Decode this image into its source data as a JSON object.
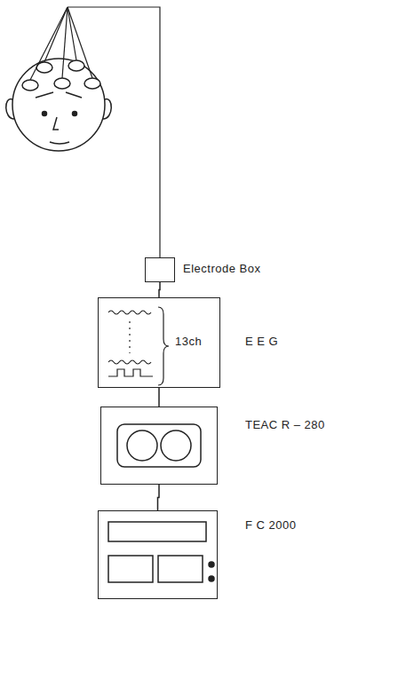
{
  "diagram": {
    "nodes": [
      {
        "text": [
          "Electrode Box"
        ]
      },
      {
        "text": [
          "13ch",
          "E E G"
        ]
      },
      {
        "text": [
          "TEAC  R – 280"
        ]
      },
      {
        "text": [
          "F C 2000"
        ]
      }
    ],
    "edges": [
      {
        "from": 0,
        "to": 1,
        "arrow": "none"
      },
      {
        "from": 1,
        "to": 2,
        "arrow": "none"
      },
      {
        "from": 2,
        "to": 3,
        "arrow": "none"
      }
    ]
  }
}
